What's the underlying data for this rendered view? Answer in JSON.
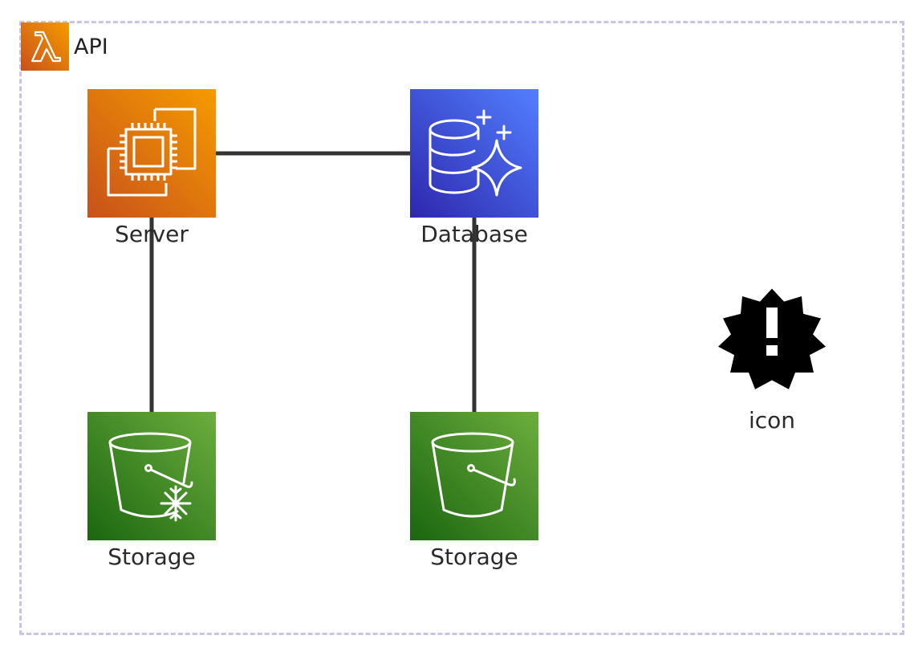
{
  "group": {
    "label": "API",
    "icon": "lambda-icon",
    "border_color": "#c9c3ea"
  },
  "nodes": {
    "server": {
      "label": "Server",
      "icon": "ec2-instances-icon",
      "color_from": "#c8511b",
      "color_to": "#f59b00"
    },
    "database": {
      "label": "Database",
      "icon": "aurora-database-icon",
      "color_from": "#2e27ad",
      "color_to": "#527fff"
    },
    "storage1": {
      "label": "Storage",
      "icon": "s3-glacier-bucket-icon",
      "color_from": "#1b660f",
      "color_to": "#6cae3e"
    },
    "storage2": {
      "label": "Storage",
      "icon": "s3-bucket-icon",
      "color_from": "#1b660f",
      "color_to": "#6cae3e"
    },
    "alert": {
      "label": "icon",
      "icon": "alert-badge-icon",
      "color": "#000000"
    }
  },
  "edges": [
    {
      "from": "server",
      "to": "database"
    },
    {
      "from": "server",
      "to": "storage1"
    },
    {
      "from": "database",
      "to": "storage2"
    }
  ]
}
